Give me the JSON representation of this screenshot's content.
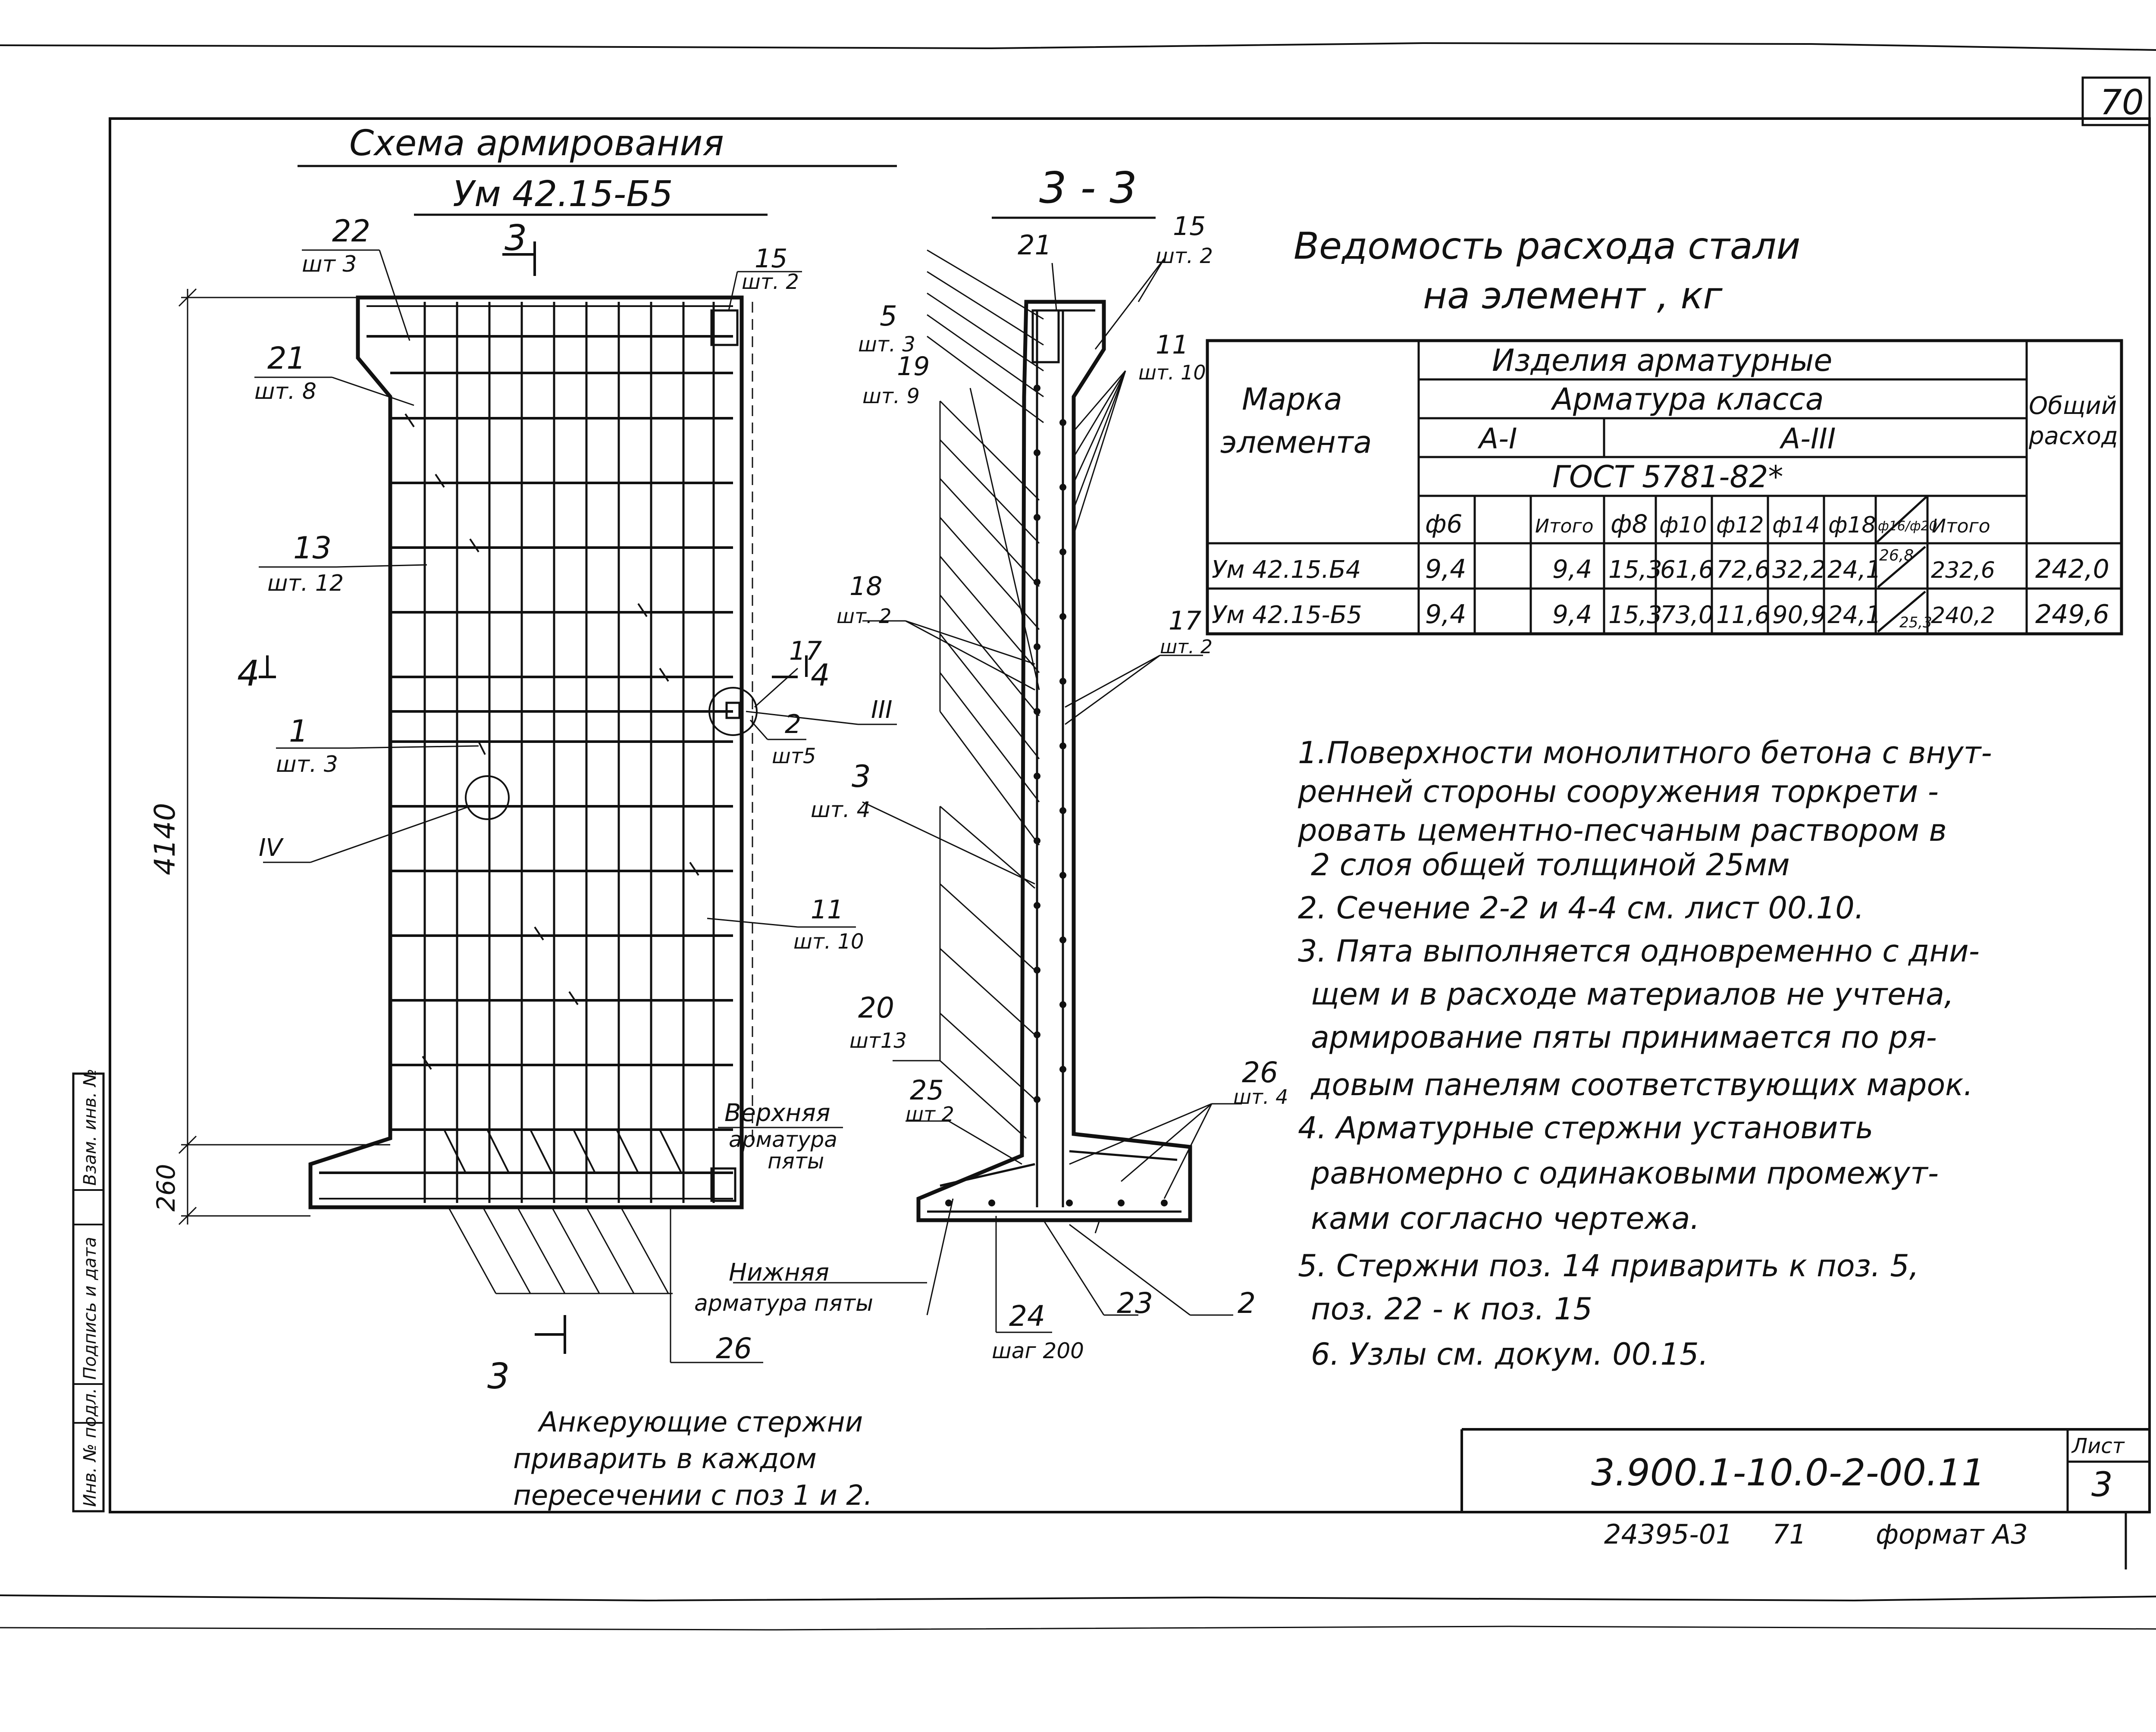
{
  "sheet": {
    "page_number": "70",
    "scheme_title": "Схема  армирования",
    "scheme_mark": "Ум 42.15-Б5",
    "section_title": "3 - 3",
    "document_code": "3.900.1-10.0-2-00.11",
    "list_label": "Лист",
    "list_number": "3",
    "inventory": "24395-01",
    "inventory_page": "71",
    "format": "формат А3"
  },
  "side_stamp": [
    "Инв. № подл.",
    "Подпись и дата",
    "Взам. инв. №"
  ],
  "plan_labels": {
    "pos22": "22",
    "pos22_qty": "шт 3",
    "pos21": "21",
    "pos21_qty": "шт. 8",
    "pos13": "13",
    "pos13_qty": "шт. 12",
    "pos1": "1",
    "pos1_qty": "шт. 3",
    "pos15": "15",
    "pos15_qty": "шт. 2",
    "pos17": "17",
    "pos2": "2",
    "pos2_qty": "шт5",
    "pos3": "3",
    "pos3_qty": "шт. 4",
    "pos11": "11",
    "pos11_qty": "шт. 10",
    "pos26": "26",
    "node_III": "III",
    "node_IV": "IV",
    "cut3_top": "3",
    "cut3_bottom": "3",
    "cut4_left": "4",
    "cut4_right": "4",
    "dim_height": "4140",
    "dim_heel": "260",
    "upper_heel": [
      "Верхняя",
      "арматура",
      "пяты"
    ],
    "lower_heel": [
      "Нижняя",
      "арматура пяты"
    ],
    "anchor_note": [
      "Анкерующие  стержни",
      "приварить  в каждом",
      "пересечении  с поз 1 и 2."
    ]
  },
  "section_labels": {
    "pos21": "21",
    "pos15": "15",
    "pos15_qty": "шт. 2",
    "pos5": "5",
    "pos5_qty": "шт. 3",
    "pos19": "19",
    "pos19_qty": "шт. 9",
    "pos11": "11",
    "pos11_qty": "шт. 10",
    "pos18": "18",
    "pos18_qty": "шт. 2",
    "pos17": "17",
    "pos17_qty": "шт. 2",
    "pos20": "20",
    "pos20_qty": "шт13",
    "pos25": "25",
    "pos25_qty": "шт 2",
    "pos26": "26",
    "pos26_qty": "шт. 4",
    "pos24": "24",
    "pos24_qty": "шаг 200",
    "pos23": "23",
    "pos2": "2"
  },
  "steel_table": {
    "title_line1": "Ведомость   расхода   стали",
    "title_line2": "на   элемент ,  кг",
    "head_mark": [
      "Марка",
      "элемента"
    ],
    "head_products": "Изделия   арматурные",
    "head_class": "Арматура   класса",
    "head_total": [
      "Общий",
      "расход"
    ],
    "class_AI": "А-I",
    "class_AIII": "А-III",
    "gost": "ГОСТ   5781-82*",
    "columns": [
      "ф6",
      "",
      "Итого",
      "ф8",
      "ф10",
      "ф12",
      "ф14",
      "ф18",
      "ф16/ф20",
      "Итого"
    ],
    "rows": [
      {
        "mark": "Ум 42.15.Б4",
        "cells": [
          "9,4",
          "",
          "9,4",
          "15,3",
          "61,6",
          "72,6",
          "32,2",
          "24,1",
          "26,8",
          "232,6"
        ],
        "total": "242,0"
      },
      {
        "mark": "Ум 42.15-Б5",
        "cells": [
          "9,4",
          "",
          "9,4",
          "15,3",
          "73,0",
          "11,6",
          "90,9",
          "24,1",
          "25,3",
          "240,2"
        ],
        "total": "249,6"
      }
    ]
  },
  "notes": [
    "1.Поверхности  монолитного  бетона  с  внут-",
    "ренней  стороны  сооружения  торкрети -",
    "ровать  цементно-песчаным  раствором  в",
    "2 слоя  общей  толщиной   25мм",
    "2. Сечение  2-2  и  4-4  см.  лист          00.10.",
    "3. Пята  выполняется  одновременно  с  дни-",
    "щем  и  в расходе  материалов  не  учтена,",
    "армирование  пяты  принимается  по ря-",
    "довым  панелям  соответствующих  марок.",
    "4. Арматурные    стержни    установить",
    "равномерно  с  одинаковыми  промежут-",
    "ками   согласно   чертежа.",
    "5. Стержни   поз. 14  приварить  к поз. 5,",
    "   поз. 22 - к   поз. 15",
    "6. Узлы   см.   докум.   00.15."
  ]
}
